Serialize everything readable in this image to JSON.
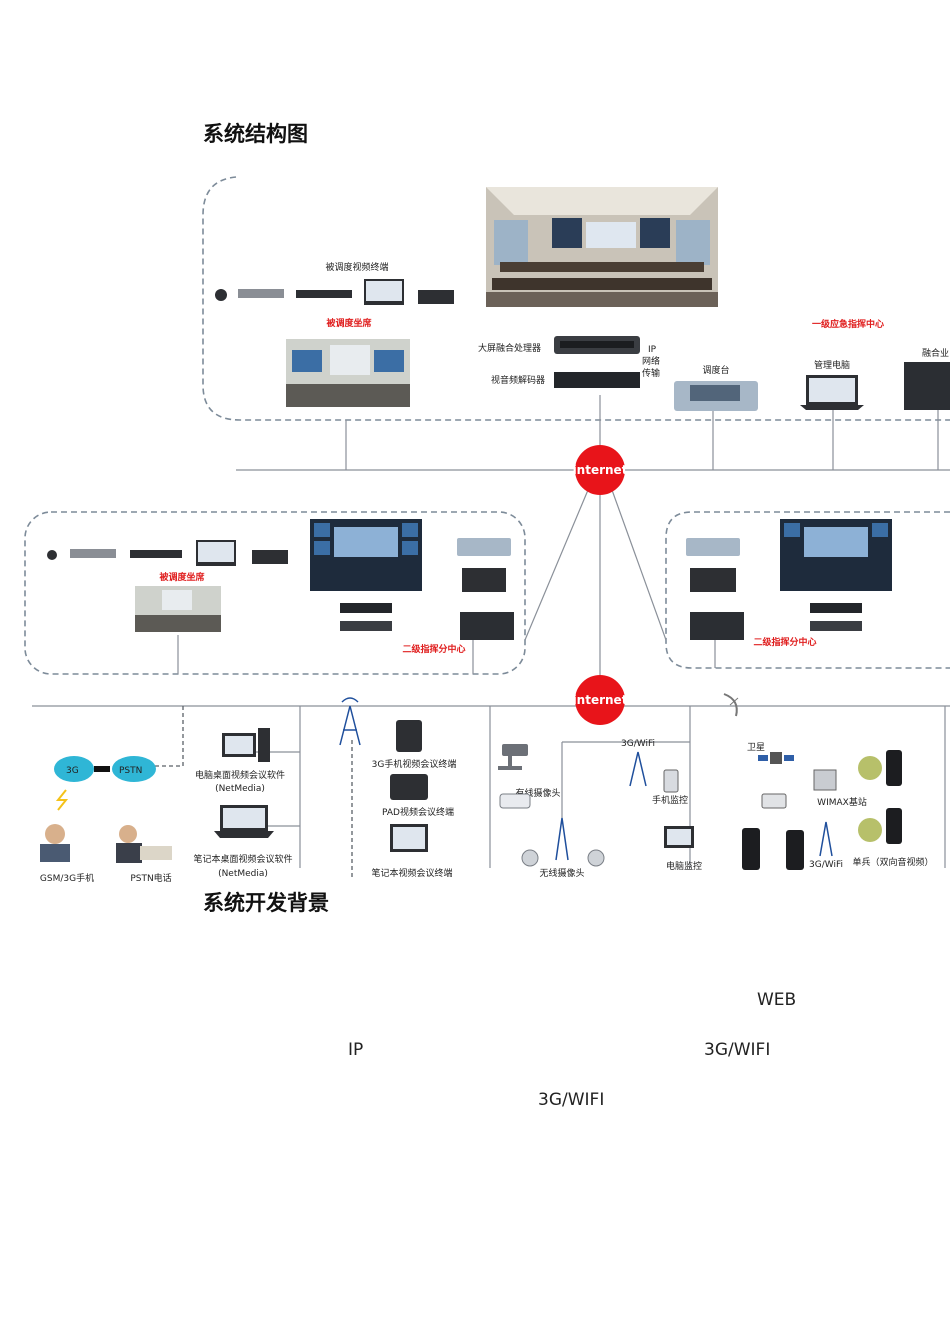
{
  "headings": {
    "structure": "系统结构图",
    "background": "系统开发背景"
  },
  "network": {
    "internet_top": "internet",
    "internet_bottom": "internet"
  },
  "top_zone": {
    "terminals_label": "被调度视频终端",
    "seat_label": "被调度坐席",
    "screen_processor": "大屏融合处理器",
    "av_decoder": "视音频解码器",
    "ip_line1": "IP",
    "ip_line2": "网络",
    "ip_line3": "传输",
    "console": "调度台",
    "center": "一级应急指挥中心",
    "admin_pc": "管理电脑",
    "fusion": "融合业"
  },
  "mid_left": {
    "seat_label": "被调度坐席",
    "center": "二级指挥分中心"
  },
  "mid_right": {
    "center": "二级指挥分中心"
  },
  "bottom": {
    "cloud_3g": "3G",
    "cloud_pstn": "PSTN",
    "gsm_phone": "GSM/3G手机",
    "pstn_phone": "PSTN电话",
    "desktop_line1": "电脑桌面视频会议软件",
    "desktop_line2": "(NetMedia)",
    "laptop_line1": "笔记本桌面视频会议软件",
    "laptop_line2": "(NetMedia)",
    "mobile_3g": "3G手机视频会议终端",
    "pad": "PAD视频会议终端",
    "laptop_terminal": "笔记本视频会议终端",
    "wifi_3g": "3G/WiFi",
    "camera": "有线摄像头",
    "phone_monitor": "手机监控",
    "wireless_camera": "无线摄像头",
    "pc_monitor": "电脑监控",
    "satellite": "卫星",
    "wimax": "WIMAX基站",
    "wifi_single": "3G/WiFi",
    "soldier": "单兵（双向音视频）"
  },
  "text_fragments": {
    "web": "WEB",
    "ip": "IP",
    "wifi1": "3G/WIFI",
    "wifi2": "3G/WIFI"
  },
  "colors": {
    "internet_red": "#e8141a",
    "accent_red": "#e02020",
    "dashed_border": "#7d8b99"
  }
}
